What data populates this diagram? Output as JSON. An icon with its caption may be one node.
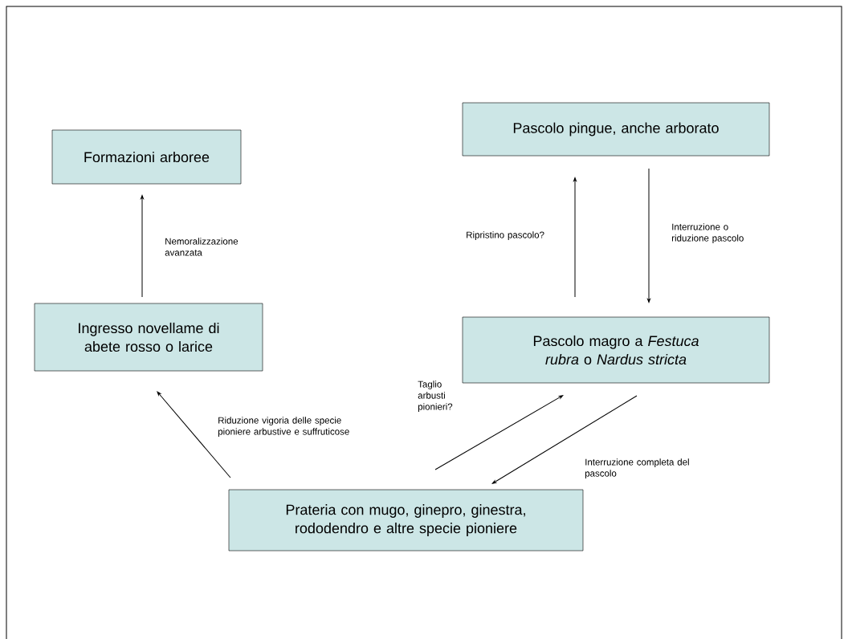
{
  "diagram": {
    "nodes": [
      {
        "text": [
          "Formazioni arboree"
        ]
      },
      {
        "text": [
          "Pascolo pingue, anche arborato"
        ]
      },
      {
        "text": [
          "Ingresso novellame di abete rosso o larice"
        ]
      },
      {
        "text": [
          "Pascolo magro a *Festuca rubra* o *Nardus stricta*"
        ]
      },
      {
        "text": [
          "Prateria con mugo, ginepro, ginestra, rododendro e altre specie pioniere"
        ]
      }
    ],
    "edges": [
      {
        "from": 2,
        "to": 0,
        "arrow": "to",
        "label": "Nemoralizzazione avanzata"
      },
      {
        "from": 3,
        "to": 1,
        "arrow": "to",
        "label": "Ripristino pascolo?"
      },
      {
        "from": 1,
        "to": 3,
        "arrow": "to",
        "label": "Interruzione o riduzione pascolo"
      },
      {
        "from": 4,
        "to": 2,
        "arrow": "to",
        "label": "Riduzione vigoria delle specie pioniere arbustive e suffruticose"
      },
      {
        "from": 4,
        "to": 3,
        "arrow": "to",
        "label": "Taglio arbusti pionieri?"
      },
      {
        "from": 3,
        "to": 4,
        "arrow": "to",
        "label": "Interruzione completa del pascolo"
      }
    ]
  }
}
